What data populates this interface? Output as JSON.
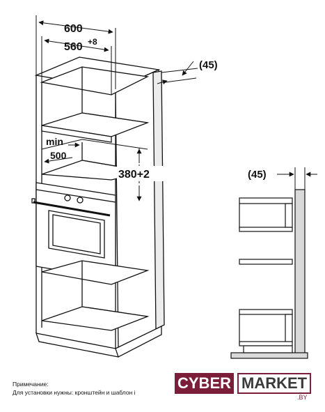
{
  "labels": {
    "width_600": "600",
    "width_560": "560",
    "width_560_tol": "+8",
    "depth_45_top": "(45)",
    "min_label": "min",
    "min_value": "500",
    "height_380": "380+2",
    "depth_45_side": "(45)"
  },
  "note": {
    "title": "Примечание:",
    "text": "Для установки нужны: кронштейн и шаблон і"
  },
  "logo": {
    "cyber": "CYBER",
    "market": "MARKET",
    "tld": ".BY"
  },
  "colors": {
    "line": "#111111",
    "shade": "#d9d9d9",
    "brand": "#7b1e3a"
  }
}
